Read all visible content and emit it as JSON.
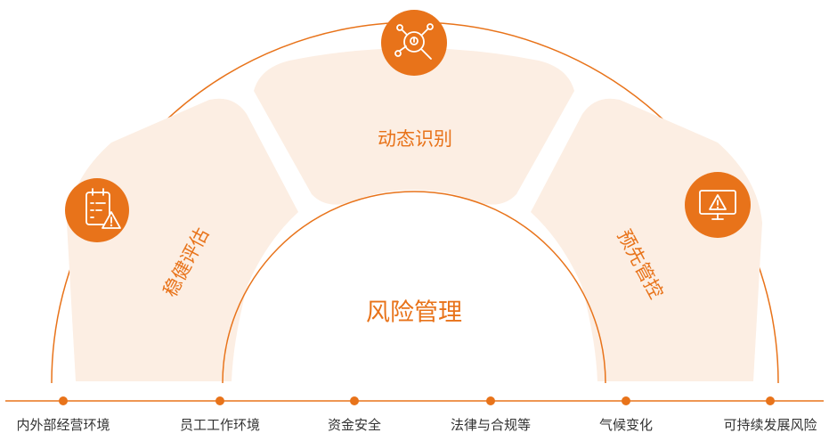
{
  "colors": {
    "accent": "#E8731A",
    "segment_fill": "#FCEEE3",
    "text": "#333333"
  },
  "diagram": {
    "center_title": "风险管理",
    "segments": [
      {
        "label": "稳健评估",
        "icon": "checklist-warning-icon"
      },
      {
        "label": "动态识别",
        "icon": "search-network-icon"
      },
      {
        "label": "预先管控",
        "icon": "monitor-alert-icon"
      }
    ],
    "bottom_items": [
      "内外部经营环境",
      "员工工作环境",
      "资金安全",
      "法律与合规等",
      "气候变化",
      "可持续发展风险"
    ]
  }
}
